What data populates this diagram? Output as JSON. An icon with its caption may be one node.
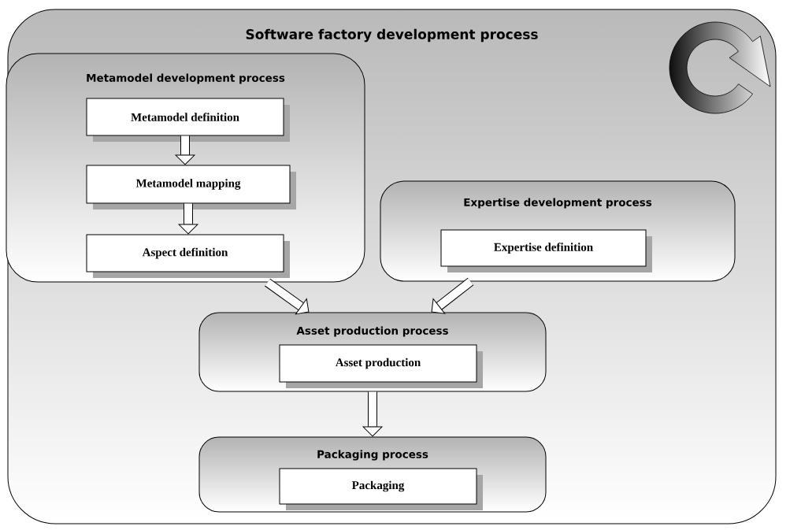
{
  "diagram": {
    "nodes": [
      {
        "text": [
          "Software factory development process"
        ]
      },
      {
        "text": [
          "Metamodel development process"
        ],
        "in": 0
      },
      {
        "text": [
          "Metamodel definition"
        ],
        "in": 1
      },
      {
        "text": [
          "Metamodel mapping"
        ],
        "in": 1
      },
      {
        "text": [
          "Aspect definition"
        ],
        "in": 1
      },
      {
        "text": [
          "Expertise development process"
        ],
        "in": 0
      },
      {
        "text": [
          "Expertise definition"
        ],
        "in": 5
      },
      {
        "text": [
          "Asset production process"
        ],
        "in": 0
      },
      {
        "text": [
          "Asset production"
        ],
        "in": 7
      },
      {
        "text": [
          "Packaging process"
        ],
        "in": 0
      },
      {
        "text": [
          "Packaging"
        ],
        "in": 9
      }
    ],
    "edges": [
      {
        "from": 2,
        "to": 3,
        "arrow": "to"
      },
      {
        "from": 3,
        "to": 4,
        "arrow": "to"
      },
      {
        "from": 1,
        "to": 7,
        "arrow": "to"
      },
      {
        "from": 5,
        "to": 7,
        "arrow": "to"
      },
      {
        "from": 7,
        "to": 9,
        "arrow": "to"
      }
    ]
  }
}
